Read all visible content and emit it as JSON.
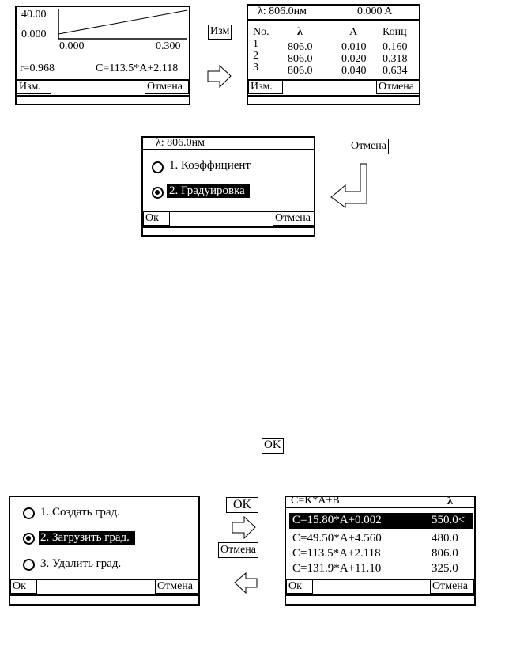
{
  "screen_graph": {
    "y_top": "40.00",
    "y_bottom": "0.000",
    "x_left": "0.000",
    "x_right": "0.300",
    "r_value": "r=0.968",
    "equation": "C=113.5*A+2.118",
    "left_key": "Изм.",
    "right_key": "Отмена"
  },
  "arrow_label_edit": "Изм",
  "screen_table": {
    "header_lambda": "λ:  806.0нм",
    "header_absorb": "0.000 A",
    "columns": [
      "No.",
      "λ",
      "A",
      "Конц"
    ],
    "rows": [
      [
        "1",
        "806.0",
        "0.010",
        "0.160"
      ],
      [
        "2",
        "806.0",
        "0.020",
        "0.318"
      ],
      [
        "3",
        "806.0",
        "0.040",
        "0.634"
      ]
    ],
    "left_key": "Изм.",
    "right_key": "Отмена"
  },
  "arrow_label_cancel_top": "Отмена",
  "screen_select": {
    "header_lambda": "λ:  806.0нм",
    "options": [
      "1. Коэффициент",
      "2. Градуировка"
    ],
    "left_key": "Ок",
    "right_key": "Отмена"
  },
  "arrow_label_ok_middle": "OK",
  "screen_menu": {
    "options": [
      "1. Создать град.",
      "2. Загрузить град.",
      "3. Удалить град."
    ],
    "left_key": "Ок",
    "right_key": "Отмена"
  },
  "arrow_label_ok_bottom": "OK",
  "arrow_label_cancel_bottom": "Отмена",
  "screen_list": {
    "header_formula": "C=K*A+B",
    "header_lambda": "λ",
    "rows": [
      {
        "formula": "C=15.80*A+0.002",
        "lambda": "550.0<"
      },
      {
        "formula": "C=49.50*A+4.560",
        "lambda": "480.0"
      },
      {
        "formula": "C=113.5*A+2.118",
        "lambda": "806.0"
      },
      {
        "formula": "C=131.9*A+11.10",
        "lambda": "325.0"
      }
    ],
    "left_key": "Ок",
    "right_key": "Отмена"
  }
}
